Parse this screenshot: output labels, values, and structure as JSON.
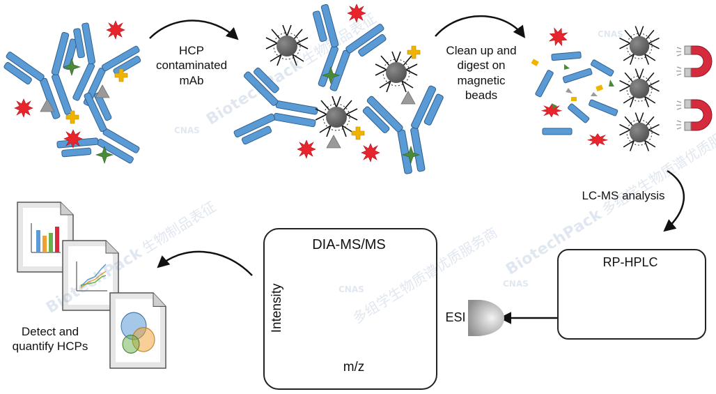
{
  "labels": {
    "hcp_contaminated": "HCP\ncontaminated\nmAb",
    "clean_up": "Clean up and\ndigest on\nmagnetic\nbeads",
    "lcms": "LC-MS analysis",
    "rphplc": "RP-HPLC",
    "esi": "ESI",
    "dia": "DIA-MS/MS",
    "intensity": "Intensity",
    "mz": "m/z",
    "detect": "Detect and\nquantify HCPs"
  },
  "watermark": {
    "brand": "BiotechPack",
    "cn_line1": "生物制品表征",
    "cn_line2": "多组学生物质谱优质服务商",
    "cnas": "CNAS"
  },
  "colors": {
    "antibody": "#5b9bd5",
    "antibody_stroke": "#2e5f8f",
    "red_hcp": "#e8242c",
    "green_hcp": "#4a8a3a",
    "orange_hcp": "#f0b400",
    "grey_hcp": "#9a9a9a",
    "bead": "#6a6a6a",
    "magnet": "#d62b3c",
    "arrow": "#111111"
  },
  "icons": [
    "antibody-icon",
    "magnetic-bead-icon",
    "magnet-icon",
    "hcp-starburst-icon",
    "hcp-star-icon",
    "hcp-triangle-icon",
    "hcp-cross-icon",
    "chart-document-icon"
  ]
}
